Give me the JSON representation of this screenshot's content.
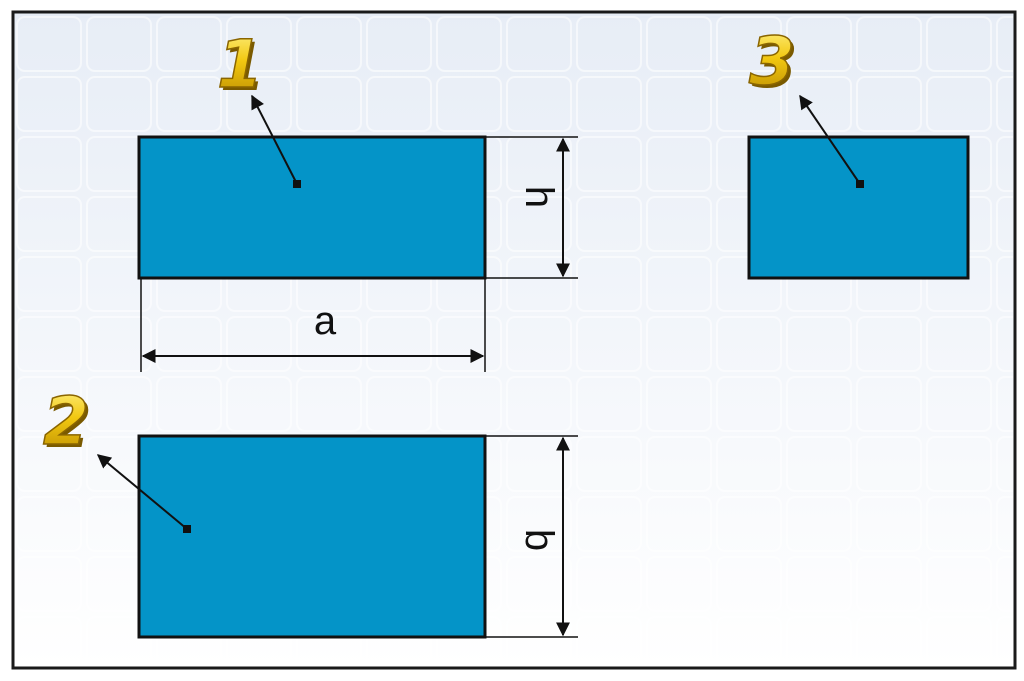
{
  "labels": {
    "number_1": "1",
    "number_2": "2",
    "number_3": "3",
    "dim_a": "a",
    "dim_h": "h",
    "dim_b": "b"
  },
  "colors": {
    "rect_fill": "#0494c8",
    "outline": "#111111",
    "number_gold": "#f2c811",
    "background_top": "#e7edf6",
    "background_bottom": "#ffffff"
  }
}
